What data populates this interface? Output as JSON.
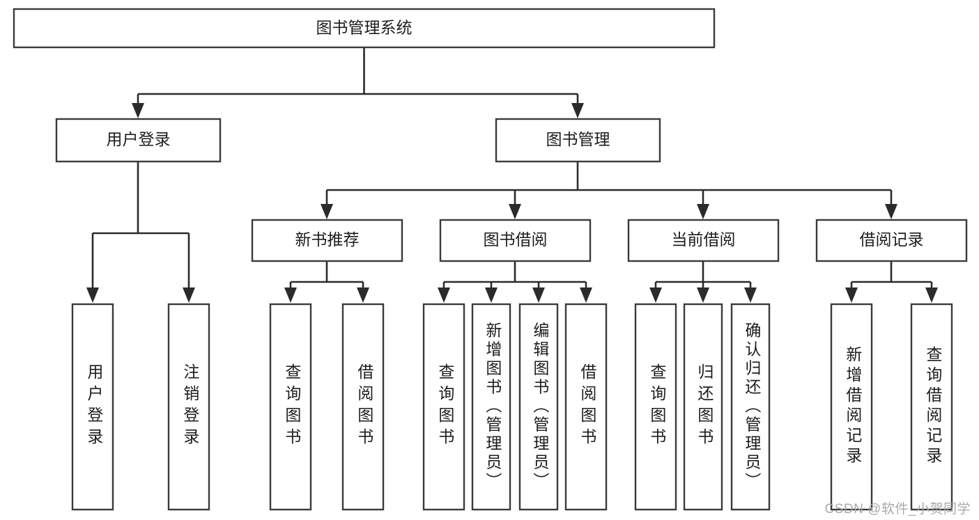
{
  "diagram": {
    "kind": "tree-hierarchy-chart",
    "title": "图书管理系统",
    "levels": [
      {
        "level": 1,
        "nodes": [
          {
            "id": "root",
            "label": "图书管理系统",
            "orientation": "horizontal"
          }
        ]
      },
      {
        "level": 2,
        "nodes": [
          {
            "id": "user-login",
            "label": "用户登录",
            "orientation": "horizontal",
            "parent": "root"
          },
          {
            "id": "book-manage",
            "label": "图书管理",
            "orientation": "horizontal",
            "parent": "root"
          }
        ]
      },
      {
        "level": 3,
        "nodes": [
          {
            "id": "new-book-rec",
            "label": "新书推荐",
            "orientation": "horizontal",
            "parent": "book-manage"
          },
          {
            "id": "book-borrow",
            "label": "图书借阅",
            "orientation": "horizontal",
            "parent": "book-manage"
          },
          {
            "id": "current-borrow",
            "label": "当前借阅",
            "orientation": "horizontal",
            "parent": "book-manage"
          },
          {
            "id": "borrow-record",
            "label": "借阅记录",
            "orientation": "horizontal",
            "parent": "book-manage"
          }
        ]
      },
      {
        "level": 4,
        "nodes": [
          {
            "id": "leaf-user-login",
            "label": "用户登录",
            "orientation": "vertical",
            "parent": "user-login"
          },
          {
            "id": "leaf-logout",
            "label": "注销登录",
            "orientation": "vertical",
            "parent": "user-login"
          },
          {
            "id": "leaf-query-book-1",
            "label": "查询图书",
            "orientation": "vertical",
            "parent": "new-book-rec"
          },
          {
            "id": "leaf-borrow-book-1",
            "label": "借阅图书",
            "orientation": "vertical",
            "parent": "new-book-rec"
          },
          {
            "id": "leaf-query-book-2",
            "label": "查询图书",
            "orientation": "vertical",
            "parent": "book-borrow"
          },
          {
            "id": "leaf-add-book",
            "label": "新增图书（管理员）",
            "orientation": "vertical",
            "parent": "book-borrow"
          },
          {
            "id": "leaf-edit-book",
            "label": "编辑图书（管理员）",
            "orientation": "vertical",
            "parent": "book-borrow"
          },
          {
            "id": "leaf-borrow-book-2",
            "label": "借阅图书",
            "orientation": "vertical",
            "parent": "book-borrow"
          },
          {
            "id": "leaf-query-book-3",
            "label": "查询图书",
            "orientation": "vertical",
            "parent": "current-borrow"
          },
          {
            "id": "leaf-return-book",
            "label": "归还图书",
            "orientation": "vertical",
            "parent": "current-borrow"
          },
          {
            "id": "leaf-confirm-return",
            "label": "确认归还（管理员）",
            "orientation": "vertical",
            "parent": "current-borrow"
          },
          {
            "id": "leaf-add-record",
            "label": "新增借阅记录",
            "orientation": "vertical",
            "parent": "borrow-record"
          },
          {
            "id": "leaf-query-record",
            "label": "查询借阅记录",
            "orientation": "vertical",
            "parent": "borrow-record"
          }
        ]
      }
    ],
    "colors": {
      "box_stroke": "#3a3a3c",
      "connector": "#2b2b2d",
      "text": "#1d1d1f",
      "background": "#ffffff",
      "watermark": "#a9a9ad"
    }
  },
  "watermark": {
    "text": "CSDN @软件_小贺同学"
  },
  "labels": {
    "root": "图书管理系统",
    "user_login": "用户登录",
    "book_manage": "图书管理",
    "new_book_rec": "新书推荐",
    "book_borrow": "图书借阅",
    "current_borrow": "当前借阅",
    "borrow_record": "借阅记录",
    "leaf_user_login": "用户登录",
    "leaf_logout": "注销登录",
    "leaf_query_book_1": "查询图书",
    "leaf_borrow_book_1": "借阅图书",
    "leaf_query_book_2": "查询图书",
    "leaf_add_book": "新增图书（管理员）",
    "leaf_edit_book": "编辑图书（管理员）",
    "leaf_borrow_book_2": "借阅图书",
    "leaf_query_book_3": "查询图书",
    "leaf_return_book": "归还图书",
    "leaf_confirm_return": "确认归还（管理员）",
    "leaf_add_record": "新增借阅记录",
    "leaf_query_record": "查询借阅记录"
  }
}
